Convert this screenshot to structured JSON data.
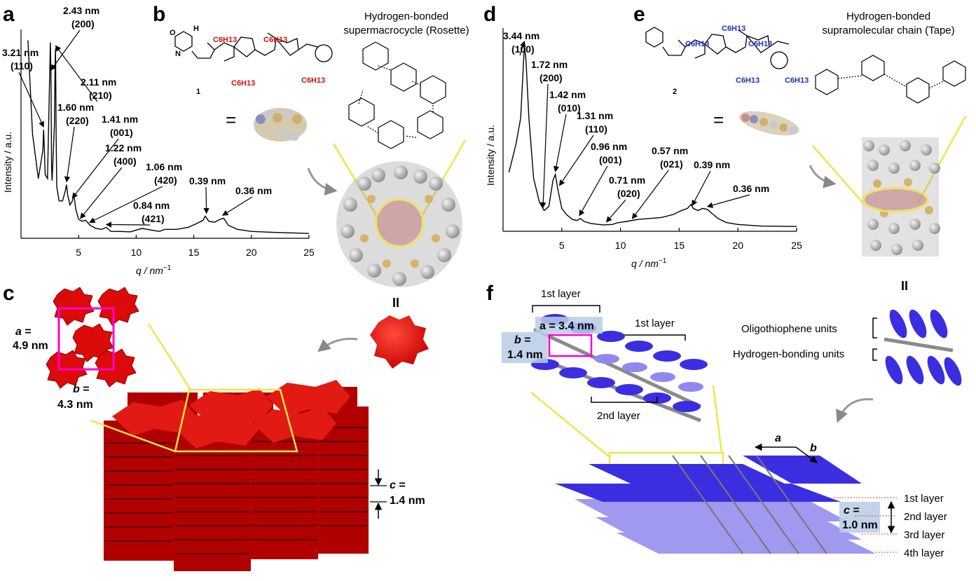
{
  "panels": {
    "a": "a",
    "b": "b",
    "c": "c",
    "d": "d",
    "e": "e",
    "f": "f"
  },
  "chart_data": [
    {
      "type": "line",
      "panel": "a",
      "xlabel": "q / nm",
      "xlabel_sup": "−1",
      "ylabel": "Intensity / a.u.",
      "xlim": [
        0,
        25
      ],
      "xticks": [
        "5",
        "10",
        "15",
        "20",
        "25"
      ],
      "x": [
        0.6,
        1.0,
        1.5,
        1.9,
        1.96,
        2.02,
        2.1,
        2.3,
        2.5,
        2.55,
        2.6,
        2.65,
        2.7,
        2.9,
        2.96,
        3.0,
        3.05,
        3.1,
        3.3,
        3.6,
        3.85,
        3.95,
        4.05,
        4.25,
        4.45,
        4.6,
        4.75,
        5.0,
        5.3,
        5.6,
        6.0,
        6.5,
        7.0,
        7.4,
        7.8,
        8.5,
        9.5,
        10.5,
        11.5,
        12.0,
        12.5,
        13.5,
        14.5,
        15.3,
        15.8,
        16.0,
        16.3,
        16.8,
        17.3,
        17.6,
        18.0,
        18.8,
        20.0,
        22.0,
        25.0
      ],
      "y": [
        0.96,
        0.5,
        0.28,
        0.42,
        0.52,
        0.44,
        0.3,
        0.28,
        0.82,
        0.95,
        0.8,
        0.34,
        0.27,
        0.55,
        0.86,
        0.92,
        0.5,
        0.24,
        0.17,
        0.17,
        0.22,
        0.25,
        0.2,
        0.15,
        0.17,
        0.2,
        0.13,
        0.08,
        0.07,
        0.075,
        0.05,
        0.035,
        0.03,
        0.04,
        0.02,
        0.02,
        0.018,
        0.035,
        0.025,
        0.02,
        0.03,
        0.03,
        0.04,
        0.06,
        0.075,
        0.095,
        0.07,
        0.065,
        0.08,
        0.085,
        0.05,
        0.03,
        0.02,
        0.015,
        0.01
      ],
      "annotations": [
        {
          "d": "2.43 nm",
          "hkl": "(200)",
          "q": 2.6
        },
        {
          "d": "3.21 nm",
          "hkl": "(110)",
          "q": 1.96
        },
        {
          "d": "2.11 nm",
          "hkl": "(210)",
          "q": 3.0
        },
        {
          "d": "1.60 nm",
          "hkl": "(220)",
          "q": 3.95
        },
        {
          "d": "1.41 nm",
          "hkl": "(001)",
          "q": 4.45
        },
        {
          "d": "1.22 nm",
          "hkl": "(400)",
          "q": 5.15
        },
        {
          "d": "1.06 nm",
          "hkl": "(420)",
          "q": 5.95
        },
        {
          "d": "0.84 nm",
          "hkl": "(421)",
          "q": 7.4
        },
        {
          "d": "0.39 nm",
          "hkl": "",
          "q": 16.1
        },
        {
          "d": "0.36 nm",
          "hkl": "",
          "q": 17.5
        }
      ]
    },
    {
      "type": "line",
      "panel": "d",
      "xlabel": "q / nm",
      "xlabel_sup": "−1",
      "ylabel": "Intensity / a.u.",
      "xlim": [
        0,
        25
      ],
      "xticks": [
        "5",
        "10",
        "15",
        "20",
        "25"
      ],
      "x": [
        0.5,
        0.8,
        1.1,
        1.5,
        1.7,
        1.82,
        1.95,
        2.2,
        2.6,
        3.1,
        3.5,
        3.9,
        4.25,
        4.45,
        4.65,
        5.0,
        5.4,
        5.9,
        6.3,
        6.6,
        6.9,
        7.5,
        8.5,
        9.3,
        9.7,
        10.5,
        11.5,
        12.5,
        13.5,
        14.5,
        15.2,
        15.7,
        16.0,
        16.2,
        16.6,
        17.0,
        17.4,
        17.8,
        18.3,
        19.0,
        20.0,
        22.0,
        25.0
      ],
      "y": [
        0.28,
        0.35,
        0.42,
        0.55,
        0.78,
        0.92,
        0.84,
        0.55,
        0.25,
        0.13,
        0.09,
        0.11,
        0.24,
        0.27,
        0.2,
        0.1,
        0.07,
        0.045,
        0.04,
        0.05,
        0.035,
        0.025,
        0.018,
        0.02,
        0.028,
        0.035,
        0.045,
        0.05,
        0.055,
        0.07,
        0.09,
        0.1,
        0.12,
        0.1,
        0.09,
        0.1,
        0.095,
        0.075,
        0.05,
        0.03,
        0.02,
        0.012,
        0.01
      ],
      "annotations": [
        {
          "d": "3.44 nm",
          "hkl": "(100)",
          "q": 1.82
        },
        {
          "d": "1.72 nm",
          "hkl": "(200)",
          "q": 3.4
        },
        {
          "d": "1.42 nm",
          "hkl": "(010)",
          "q": 4.45
        },
        {
          "d": "1.31 nm",
          "hkl": "(110)",
          "q": 4.8
        },
        {
          "d": "0.96 nm",
          "hkl": "(001)",
          "q": 6.5
        },
        {
          "d": "0.71 nm",
          "hkl": "(020)",
          "q": 8.8
        },
        {
          "d": "0.57 nm",
          "hkl": "(021)",
          "q": 11.0
        },
        {
          "d": "0.39 nm",
          "hkl": "",
          "q": 16.1
        },
        {
          "d": "0.36 nm",
          "hkl": "",
          "q": 17.4
        }
      ]
    }
  ],
  "panel_b": {
    "title_line1": "Hydrogen-bonded",
    "title_line2": "supermacrocycle (Rosette)",
    "compound_number": "1",
    "equals": "=",
    "substituent": "C6H13"
  },
  "panel_e": {
    "title_line1": "Hydrogen-bonded",
    "title_line2": "supramolecular chain (Tape)",
    "compound_number": "2",
    "equals": "=",
    "substituent": "C6H13"
  },
  "panel_c": {
    "a_label": "a",
    "a_value": "4.9 nm",
    "b_label": "b",
    "b_value": "4.3 nm",
    "c_label": "c",
    "c_value": "1.4 nm",
    "equiv": "II",
    "colors": {
      "disk": "#dd0a0a",
      "disk_dark": "#8a0000",
      "cell": "#ff00cc",
      "guide": "#f2e44a"
    }
  },
  "panel_f": {
    "layer1_top": "1st layer",
    "layer1_mid": "1st layer",
    "layer2_mid": "2nd layer",
    "a_text": "a = 3.4 nm",
    "b_label": "b",
    "b_value": "1.4 nm",
    "legend_oligo": "Oligothiophene units",
    "legend_hbond": "Hydrogen-bonding units",
    "equiv": "II",
    "axis_a": "a",
    "axis_b": "b",
    "c_label": "c",
    "c_value": "1.0 nm",
    "layers": [
      "1st layer",
      "2nd layer",
      "3rd layer",
      "4th layer"
    ],
    "colors": {
      "ellipse": "#3b2ee0",
      "ellipse_light": "#8f88ee",
      "rod": "#8a8a8a",
      "cell": "#ff00cc",
      "box": "#b8cde6"
    }
  }
}
